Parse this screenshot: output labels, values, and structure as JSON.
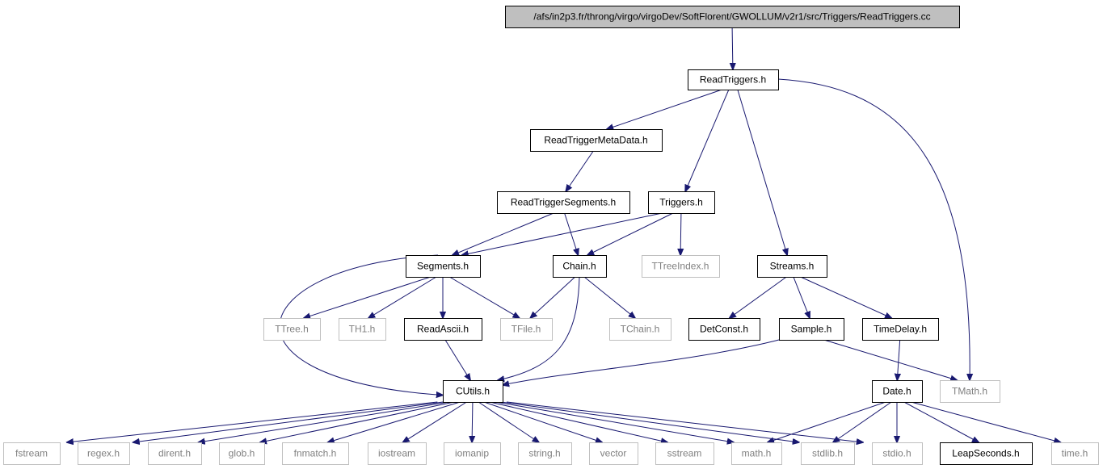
{
  "diagram": {
    "colors": {
      "edge": "#191970",
      "root_fill": "#bfbfbf",
      "root_stroke": "#000000",
      "local_stroke": "#000000",
      "local_text": "#000000",
      "system_stroke": "#bfbfbf",
      "system_text": "#808080"
    },
    "nodes": [
      {
        "id": "root",
        "label": "/afs/in2p3.fr/throng/virgo/virgoDev/SoftFlorent/GWOLLUM/v2r1/src/Triggers/ReadTriggers.cc",
        "kind": "root"
      },
      {
        "id": "readtriggers_h",
        "label": "ReadTriggers.h",
        "kind": "local"
      },
      {
        "id": "readtriggermetadata_h",
        "label": "ReadTriggerMetaData.h",
        "kind": "local"
      },
      {
        "id": "readtriggersegments_h",
        "label": "ReadTriggerSegments.h",
        "kind": "local"
      },
      {
        "id": "triggers_h",
        "label": "Triggers.h",
        "kind": "local"
      },
      {
        "id": "segments_h",
        "label": "Segments.h",
        "kind": "local"
      },
      {
        "id": "chain_h",
        "label": "Chain.h",
        "kind": "local"
      },
      {
        "id": "ttreeindex_h",
        "label": "TTreeIndex.h",
        "kind": "system"
      },
      {
        "id": "streams_h",
        "label": "Streams.h",
        "kind": "local"
      },
      {
        "id": "ttree_h",
        "label": "TTree.h",
        "kind": "system"
      },
      {
        "id": "th1_h",
        "label": "TH1.h",
        "kind": "system"
      },
      {
        "id": "readascii_h",
        "label": "ReadAscii.h",
        "kind": "local"
      },
      {
        "id": "tfile_h",
        "label": "TFile.h",
        "kind": "system"
      },
      {
        "id": "tchain_h",
        "label": "TChain.h",
        "kind": "system"
      },
      {
        "id": "detconst_h",
        "label": "DetConst.h",
        "kind": "local"
      },
      {
        "id": "sample_h",
        "label": "Sample.h",
        "kind": "local"
      },
      {
        "id": "timedelay_h",
        "label": "TimeDelay.h",
        "kind": "local"
      },
      {
        "id": "cutils_h",
        "label": "CUtils.h",
        "kind": "local"
      },
      {
        "id": "date_h",
        "label": "Date.h",
        "kind": "local"
      },
      {
        "id": "tmath_h",
        "label": "TMath.h",
        "kind": "system"
      },
      {
        "id": "fstream",
        "label": "fstream",
        "kind": "system"
      },
      {
        "id": "regex_h",
        "label": "regex.h",
        "kind": "system"
      },
      {
        "id": "dirent_h",
        "label": "dirent.h",
        "kind": "system"
      },
      {
        "id": "glob_h",
        "label": "glob.h",
        "kind": "system"
      },
      {
        "id": "fnmatch_h",
        "label": "fnmatch.h",
        "kind": "system"
      },
      {
        "id": "iostream",
        "label": "iostream",
        "kind": "system"
      },
      {
        "id": "iomanip",
        "label": "iomanip",
        "kind": "system"
      },
      {
        "id": "string_h",
        "label": "string.h",
        "kind": "system"
      },
      {
        "id": "vector",
        "label": "vector",
        "kind": "system"
      },
      {
        "id": "sstream",
        "label": "sstream",
        "kind": "system"
      },
      {
        "id": "math_h",
        "label": "math.h",
        "kind": "system"
      },
      {
        "id": "stdlib_h",
        "label": "stdlib.h",
        "kind": "system"
      },
      {
        "id": "stdio_h",
        "label": "stdio.h",
        "kind": "system"
      },
      {
        "id": "leapseconds_h",
        "label": "LeapSeconds.h",
        "kind": "local"
      },
      {
        "id": "time_h",
        "label": "time.h",
        "kind": "system"
      }
    ],
    "edges": [
      {
        "from": "root",
        "to": "readtriggers_h"
      },
      {
        "from": "readtriggers_h",
        "to": "readtriggermetadata_h"
      },
      {
        "from": "readtriggers_h",
        "to": "triggers_h"
      },
      {
        "from": "readtriggers_h",
        "to": "streams_h"
      },
      {
        "from": "readtriggers_h",
        "to": "tmath_h"
      },
      {
        "from": "readtriggermetadata_h",
        "to": "readtriggersegments_h"
      },
      {
        "from": "readtriggersegments_h",
        "to": "segments_h"
      },
      {
        "from": "readtriggersegments_h",
        "to": "chain_h"
      },
      {
        "from": "triggers_h",
        "to": "segments_h"
      },
      {
        "from": "triggers_h",
        "to": "chain_h"
      },
      {
        "from": "triggers_h",
        "to": "ttreeindex_h"
      },
      {
        "from": "segments_h",
        "to": "ttree_h"
      },
      {
        "from": "segments_h",
        "to": "th1_h"
      },
      {
        "from": "segments_h",
        "to": "readascii_h"
      },
      {
        "from": "segments_h",
        "to": "tfile_h"
      },
      {
        "from": "segments_h",
        "to": "cutils_h"
      },
      {
        "from": "chain_h",
        "to": "tfile_h"
      },
      {
        "from": "chain_h",
        "to": "tchain_h"
      },
      {
        "from": "chain_h",
        "to": "cutils_h"
      },
      {
        "from": "readascii_h",
        "to": "cutils_h"
      },
      {
        "from": "streams_h",
        "to": "detconst_h"
      },
      {
        "from": "streams_h",
        "to": "sample_h"
      },
      {
        "from": "streams_h",
        "to": "timedelay_h"
      },
      {
        "from": "sample_h",
        "to": "cutils_h"
      },
      {
        "from": "sample_h",
        "to": "tmath_h"
      },
      {
        "from": "timedelay_h",
        "to": "date_h"
      },
      {
        "from": "cutils_h",
        "to": "fstream"
      },
      {
        "from": "cutils_h",
        "to": "regex_h"
      },
      {
        "from": "cutils_h",
        "to": "dirent_h"
      },
      {
        "from": "cutils_h",
        "to": "glob_h"
      },
      {
        "from": "cutils_h",
        "to": "fnmatch_h"
      },
      {
        "from": "cutils_h",
        "to": "iostream"
      },
      {
        "from": "cutils_h",
        "to": "iomanip"
      },
      {
        "from": "cutils_h",
        "to": "string_h"
      },
      {
        "from": "cutils_h",
        "to": "vector"
      },
      {
        "from": "cutils_h",
        "to": "sstream"
      },
      {
        "from": "cutils_h",
        "to": "math_h"
      },
      {
        "from": "cutils_h",
        "to": "stdlib_h"
      },
      {
        "from": "cutils_h",
        "to": "stdio_h"
      },
      {
        "from": "date_h",
        "to": "math_h"
      },
      {
        "from": "date_h",
        "to": "stdlib_h"
      },
      {
        "from": "date_h",
        "to": "stdio_h"
      },
      {
        "from": "date_h",
        "to": "leapseconds_h"
      },
      {
        "from": "date_h",
        "to": "time_h"
      }
    ]
  }
}
